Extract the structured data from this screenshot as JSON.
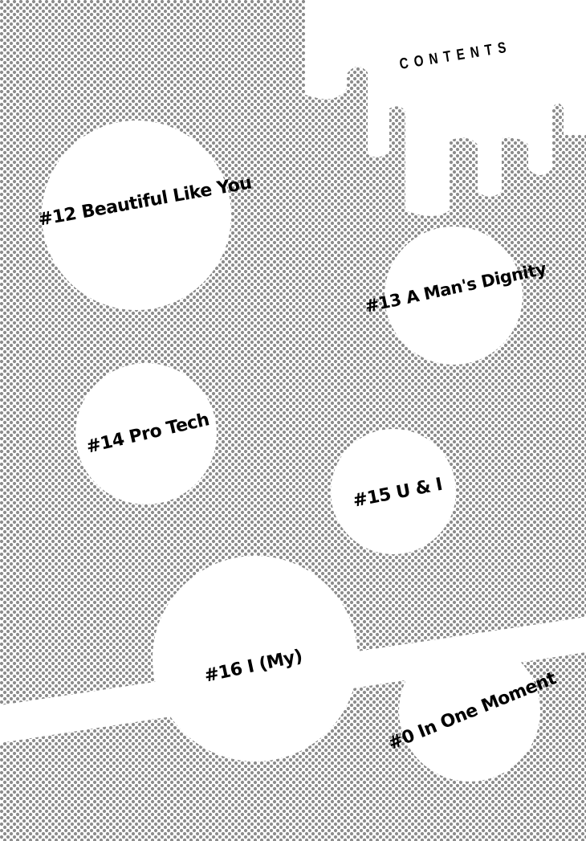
{
  "heading": "CONTENTS",
  "entries": [
    {
      "label": "#12 Beautiful Like You"
    },
    {
      "label": "#13 A Man's Dignity"
    },
    {
      "label": "#14 Pro Tech"
    },
    {
      "label": "#15 U & I"
    },
    {
      "label": "#16 I (My)"
    },
    {
      "label": "#0 In One Moment"
    }
  ],
  "colors": {
    "dots": "#8c8c8c",
    "paper": "#ffffff",
    "ink": "#000000"
  }
}
